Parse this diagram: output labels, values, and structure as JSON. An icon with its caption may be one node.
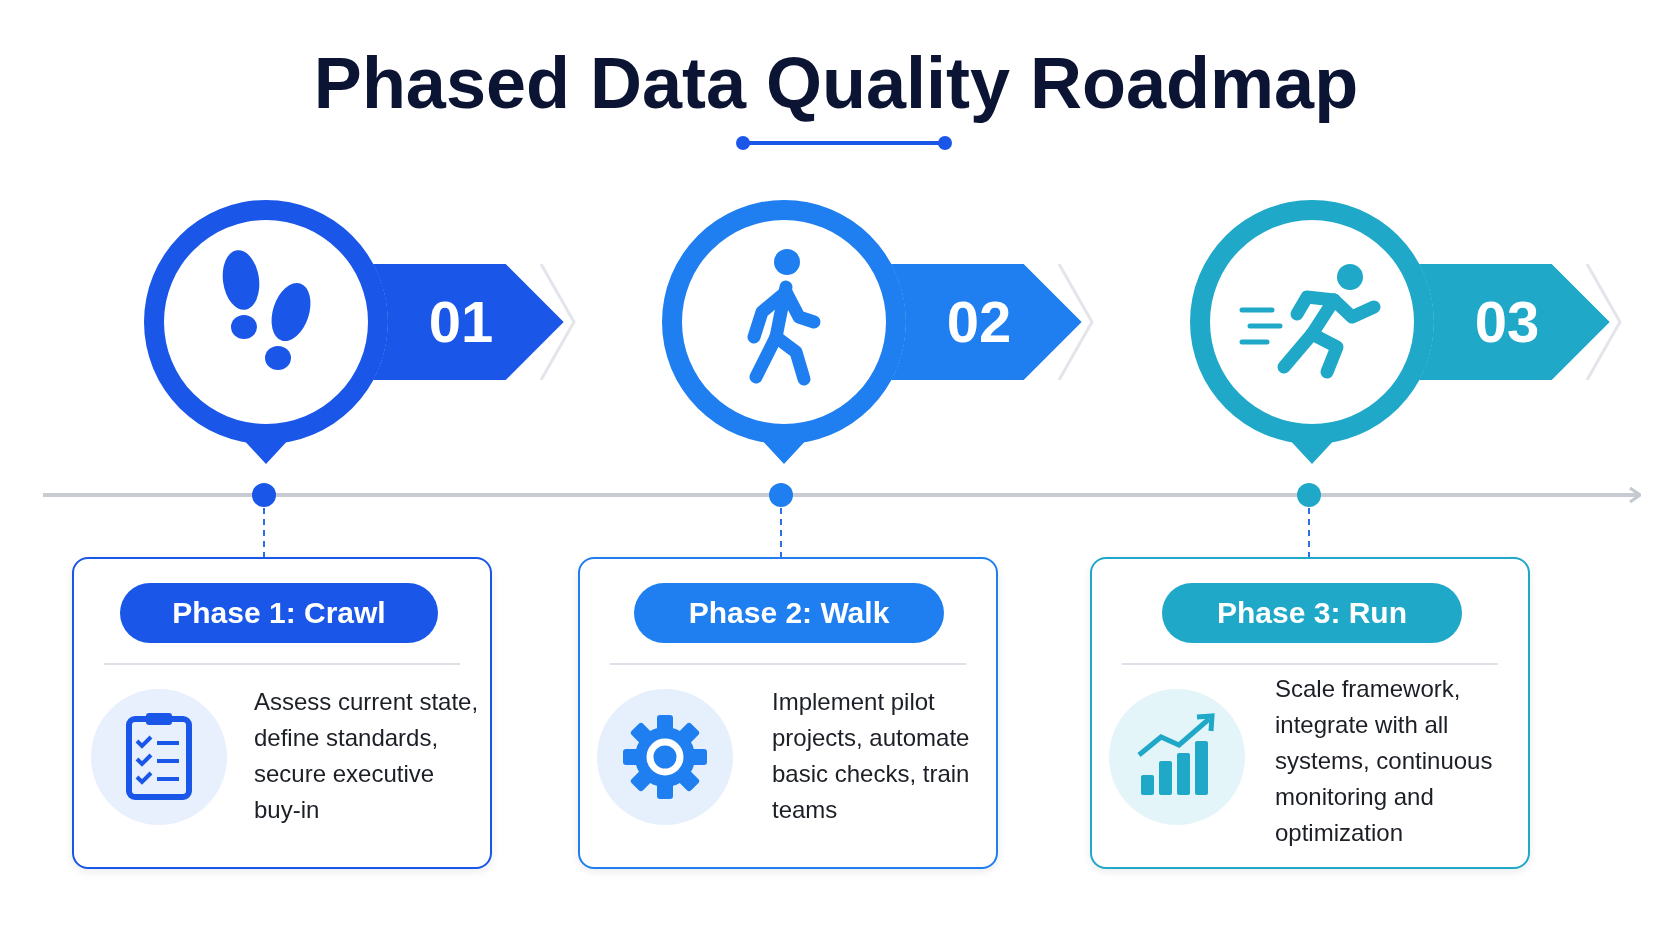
{
  "diagram": {
    "title": "Phased Data Quality Roadmap",
    "nodes": [
      {
        "text": [
          "01"
        ]
      },
      {
        "text": [
          "02"
        ]
      },
      {
        "text": [
          "03"
        ]
      },
      {
        "text": [],
        "shape": "circle"
      },
      {
        "text": [],
        "shape": "circle"
      },
      {
        "text": [],
        "shape": "circle"
      },
      {
        "text": [
          "Assess current state, define standards, secure executive buy-in"
        ]
      },
      {
        "text": [
          "Phase 1: Crawl"
        ],
        "in": 6
      },
      {
        "text": [
          "Implement pilot projects, automate basic checks, train teams"
        ]
      },
      {
        "text": [
          "Phase 2: Walk"
        ],
        "in": 8
      },
      {
        "text": [
          "Scale framework, integrate with all systems, continuous monitoring and optimization"
        ]
      },
      {
        "text": [
          "Phase 3: Run"
        ],
        "in": 10
      }
    ],
    "edges": [
      {
        "from": 3,
        "to": 6,
        "arrow": "none",
        "style": "dashed"
      },
      {
        "from": 4,
        "to": 8,
        "arrow": "none",
        "style": "dashed"
      },
      {
        "from": 5,
        "to": 10,
        "arrow": "none",
        "style": "dashed"
      }
    ]
  }
}
